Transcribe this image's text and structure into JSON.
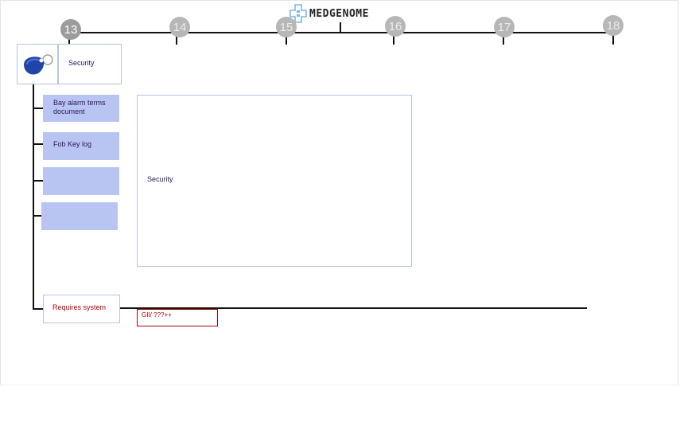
{
  "brand": {
    "name": "MEDGENOME",
    "logo_color": "#7ab8e3"
  },
  "timeline": {
    "markers": [
      "13",
      "14",
      "15",
      "16",
      "17",
      "18"
    ],
    "active": "13"
  },
  "header": {
    "title": "Security"
  },
  "items": [
    {
      "label": "Bay alarm terms document"
    },
    {
      "label": "Fob Key log"
    },
    {
      "label": ""
    },
    {
      "label": ""
    }
  ],
  "requires": {
    "label": "Requires system"
  },
  "gii": {
    "label": "GII/ ???++"
  },
  "panel": {
    "label": "Security"
  },
  "colors": {
    "accent": "#b8c5f3",
    "alert": "#b0000a",
    "border": "#b8c4e0"
  }
}
